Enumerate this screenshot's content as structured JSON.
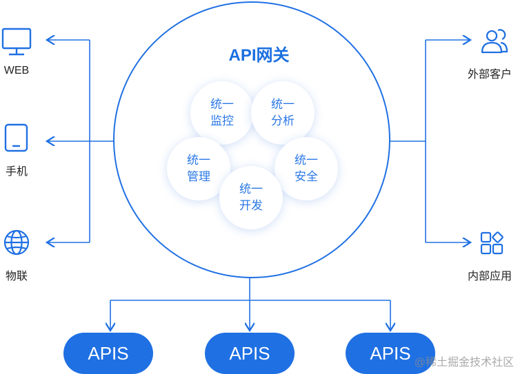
{
  "title": "API网关",
  "features": [
    {
      "line1": "统一",
      "line2": "监控"
    },
    {
      "line1": "统一",
      "line2": "分析"
    },
    {
      "line1": "统一",
      "line2": "管理"
    },
    {
      "line1": "统一",
      "line2": "安全"
    },
    {
      "line1": "统一",
      "line2": "开发"
    }
  ],
  "left_clients": [
    {
      "label": "WEB",
      "icon": "monitor-icon"
    },
    {
      "label": "手机",
      "icon": "tablet-icon"
    },
    {
      "label": "物联",
      "icon": "globe-icon"
    }
  ],
  "right_clients": [
    {
      "label": "外部客户",
      "icon": "users-icon"
    },
    {
      "label": "内部应用",
      "icon": "apps-grid-icon"
    }
  ],
  "backends": [
    {
      "label": "APIS"
    },
    {
      "label": "APIS"
    },
    {
      "label": "APIS"
    }
  ],
  "watermark": "@稀土掘金技术社区",
  "colors": {
    "accent": "#1f70e3",
    "light_accent": "#2a78e6"
  }
}
